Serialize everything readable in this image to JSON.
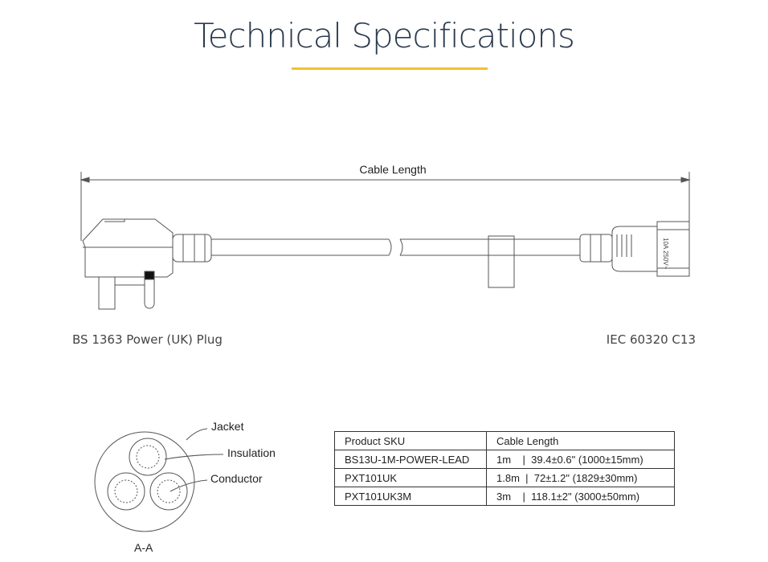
{
  "title": "Technical Specifications",
  "accent_color": "#f2c12e",
  "diagram": {
    "dimension_label": "Cable Length",
    "left_connector": "BS 1363 Power (UK) Plug",
    "right_connector": "IEC 60320 C13",
    "connector_marking": "10A 250V~"
  },
  "cross_section": {
    "labels": [
      "Jacket",
      "Insulation",
      "Conductor"
    ],
    "section_name": "A-A"
  },
  "table": {
    "headers": [
      "Product SKU",
      "Cable Length"
    ],
    "rows": [
      [
        "BS13U-1M-POWER-LEAD",
        "1m    |  39.4±0.6\" (1000±15mm)"
      ],
      [
        "PXT101UK",
        "1.8m  |  72±1.2\" (1829±30mm)"
      ],
      [
        "PXT101UK3M",
        "3m    |  118.1±2\" (3000±50mm)"
      ]
    ]
  }
}
